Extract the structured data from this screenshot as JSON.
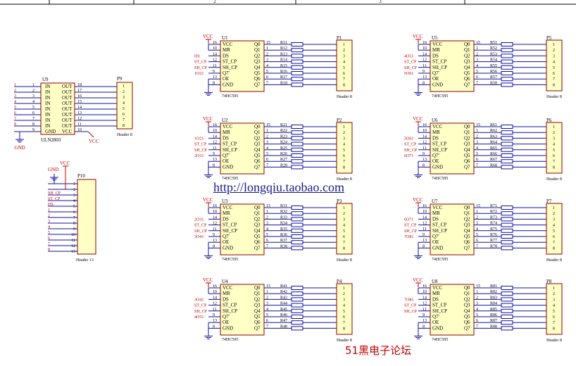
{
  "url": "http://longqiu.taobao.com",
  "watermark": "51黑电子论坛",
  "title_block_numbers": [
    "2",
    "3"
  ],
  "power": {
    "vcc": "VCC",
    "gnd": "GND"
  },
  "uln": {
    "designator": "U9",
    "part": "ULN2803",
    "left_pin_numbers": [
      "1",
      "2",
      "3",
      "4",
      "5",
      "6",
      "7",
      "8",
      "9"
    ],
    "left_pin_names": [
      "IN",
      "IN",
      "IN",
      "IN",
      "IN",
      "IN",
      "IN",
      "IN",
      "GND"
    ],
    "right_pin_numbers": [
      "18",
      "17",
      "16",
      "15",
      "14",
      "13",
      "12",
      "11",
      "10"
    ],
    "right_pin_names": [
      "OUT",
      "OUT",
      "OUT",
      "OUT",
      "OUT",
      "OUT",
      "OUT",
      "OUT",
      "VCC"
    ],
    "input_nets": [
      "1",
      "2",
      "3",
      "4",
      "5",
      "6",
      "7",
      "8"
    ]
  },
  "p9": {
    "designator": "P9",
    "part": "Header 8",
    "pins": [
      "1",
      "2",
      "3",
      "4",
      "5",
      "6",
      "7",
      "8"
    ]
  },
  "p10": {
    "designator": "P10",
    "part": "Header 13",
    "pins": [
      "1",
      "2",
      "3",
      "4",
      "5",
      "6",
      "7",
      "8",
      "9",
      "10",
      "11",
      "12",
      "13"
    ],
    "nets": [
      "GND",
      "VCC",
      "SH_CP",
      "ST_CP",
      "DS",
      "1",
      "2",
      "3",
      "4",
      "5",
      "6",
      "7",
      "8"
    ]
  },
  "ic595": {
    "part": "74HC595",
    "left_pins": [
      {
        "num": "16",
        "name": "VCC"
      },
      {
        "num": "10",
        "name": "MR"
      },
      {
        "num": "14",
        "name": "DS"
      },
      {
        "num": "12",
        "name": "ST_CP"
      },
      {
        "num": "11",
        "name": "SH_CP"
      },
      {
        "num": "9",
        "name": "Q7'"
      },
      {
        "num": "13",
        "name": "OE"
      },
      {
        "num": "8",
        "name": "GND"
      }
    ],
    "right_pins": [
      {
        "num": "15",
        "name": "Q0"
      },
      {
        "num": "1",
        "name": "Q1"
      },
      {
        "num": "2",
        "name": "Q2"
      },
      {
        "num": "3",
        "name": "Q3"
      },
      {
        "num": "4",
        "name": "Q4"
      },
      {
        "num": "5",
        "name": "Q5"
      },
      {
        "num": "6",
        "name": "Q6"
      },
      {
        "num": "7",
        "name": "Q7"
      }
    ]
  },
  "header_pins": [
    "1",
    "2",
    "3",
    "4",
    "5",
    "6",
    "7",
    "8"
  ],
  "header_part": "Header 8",
  "blocks": [
    {
      "u": "U1",
      "p": "P1",
      "input": "DS",
      "output": "1O21",
      "resistors": [
        "R11",
        "R12",
        "R13",
        "R14",
        "R15",
        "R16",
        "R17",
        "R18"
      ]
    },
    {
      "u": "U2",
      "p": "P2",
      "input": "1O21",
      "output": "2O31",
      "resistors": [
        "R21",
        "R22",
        "R23",
        "R24",
        "R25",
        "R26",
        "R27",
        "R28"
      ]
    },
    {
      "u": "U3",
      "p": "P3",
      "input": "2O31",
      "output": "3O41",
      "resistors": [
        "R31",
        "R32",
        "R33",
        "R34",
        "R35",
        "R36",
        "R37",
        "R38"
      ]
    },
    {
      "u": "U4",
      "p": "P4",
      "input": "3O41",
      "output": "4O51",
      "resistors": [
        "R41",
        "R42",
        "R43",
        "R44",
        "R45",
        "R46",
        "R47",
        "R48"
      ]
    },
    {
      "u": "U5",
      "p": "P5",
      "input": "4O51",
      "output": "5O61",
      "resistors": [
        "R51",
        "R52",
        "R53",
        "R54",
        "R55",
        "R56",
        "R57",
        "R58"
      ]
    },
    {
      "u": "U6",
      "p": "P6",
      "input": "5O61",
      "output": "6O71",
      "resistors": [
        "R61",
        "R62",
        "R63",
        "R64",
        "R65",
        "R66",
        "R67",
        "R68"
      ]
    },
    {
      "u": "U7",
      "p": "P7",
      "input": "6O71",
      "output": "7O81",
      "resistors": [
        "R71",
        "R72",
        "R73",
        "R74",
        "R75",
        "R76",
        "R77",
        "R78"
      ]
    },
    {
      "u": "U8",
      "p": "P8",
      "input": "7O81",
      "output": "",
      "resistors": [
        "R81",
        "R82",
        "R83",
        "R84",
        "R85",
        "R86",
        "R87",
        "R88"
      ]
    }
  ],
  "control_nets": [
    "ST_CP",
    "SH_CP"
  ]
}
